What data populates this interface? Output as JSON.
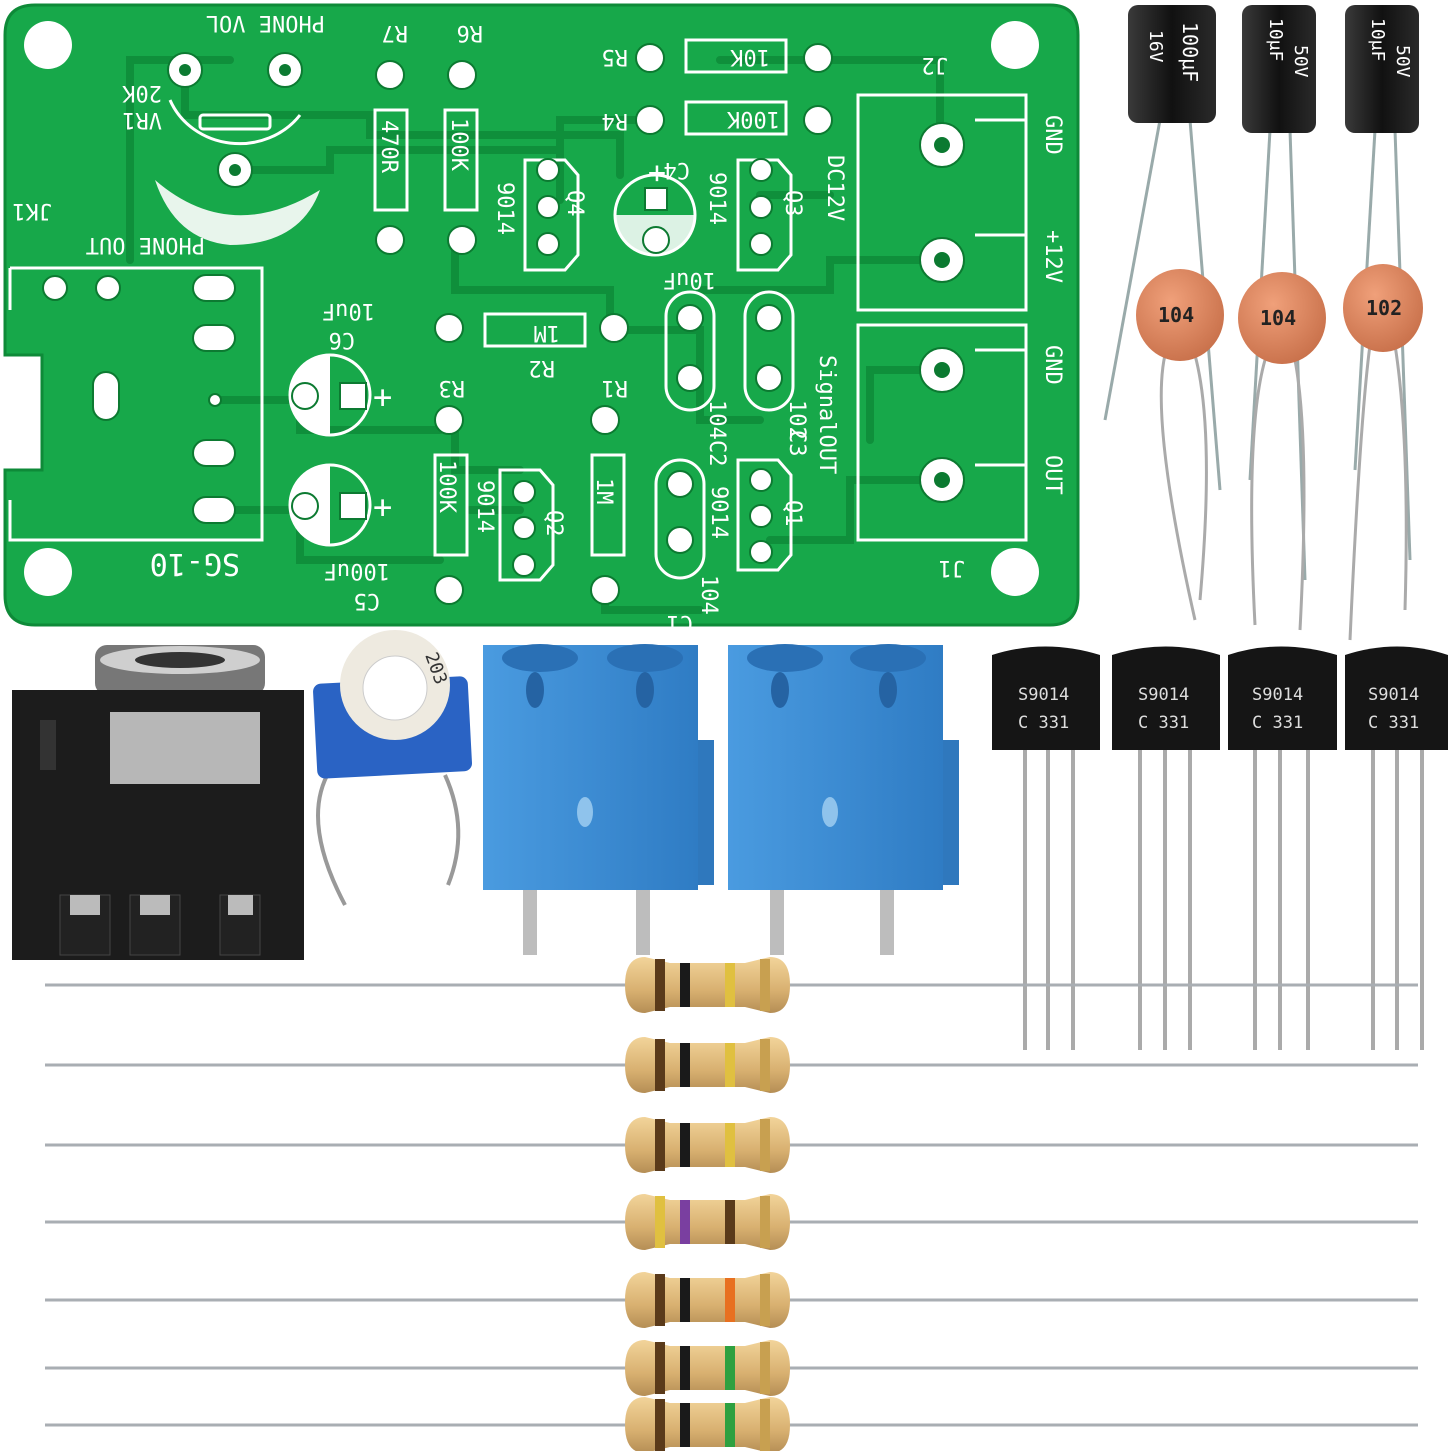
{
  "pcb": {
    "board_color": "#17a84a",
    "trace_color": "#0f8f3b",
    "silk_color": "#ffffff",
    "labels": {
      "phone_vol": "PHONE VOL",
      "r7": "R7",
      "r6": "R6",
      "r5": "R5",
      "r4": "R4",
      "r5_value": "10K",
      "r4_value": "100K",
      "r7_value": "470R",
      "r6_value": "100K",
      "vr1": "VR1",
      "vr1_value": "20K",
      "jk1": "JK1",
      "phone_out": "PHONE OUT",
      "q4": "Q4",
      "q3": "Q3",
      "q2": "Q2",
      "q1": "Q1",
      "q4_part": "9014",
      "q3_part": "9014",
      "q2_part": "9014",
      "q1_part": "9014",
      "c4": "C4",
      "c4_plus": "+",
      "c4_value": "10uF",
      "dc12v": "DC12V",
      "j2": "J2",
      "j1": "J1",
      "gnd_top": "GND",
      "plus12v": "+12V",
      "gnd_bottom": "GND",
      "out": "OUT",
      "c6": "C6",
      "c6_value": "10uF",
      "c5": "C5",
      "c5_value": "100uF",
      "r2": "R2",
      "r2_value": "1M",
      "r1": "R1",
      "r1_value": "1M",
      "r3": "R3",
      "r3_value": "100K",
      "c2": "C2",
      "c3": "C3",
      "c1": "C1",
      "c2_value": "104",
      "c3_value": "102",
      "c1_value": "104",
      "signal_out": "SignalOUT",
      "sg10": "SG-10",
      "plus_c6": "+",
      "plus_c5": "+"
    }
  },
  "components": {
    "electrolytic_caps": [
      {
        "name": "100uF cap",
        "label": "100μF",
        "voltage": "16V",
        "color": "#1a1a1a"
      },
      {
        "name": "10uF cap a",
        "label": "10μF",
        "voltage": "50V",
        "color": "#1a1a1a"
      },
      {
        "name": "10uF cap b",
        "label": "10μF",
        "voltage": "50V",
        "color": "#1a1a1a"
      }
    ],
    "ceramic_caps": [
      {
        "label": "104",
        "color": "#d9825b"
      },
      {
        "label": "104",
        "color": "#d9825b"
      },
      {
        "label": "102",
        "color": "#d9825b"
      }
    ],
    "transistors": [
      {
        "line1": "S9014",
        "line2": "C 331"
      },
      {
        "line1": "S9014",
        "line2": "C 331"
      },
      {
        "line1": "S9014",
        "line2": "C 331"
      },
      {
        "line1": "S9014",
        "line2": "C 331"
      }
    ],
    "trimmer": {
      "label": "203",
      "body_color": "#2a63c4"
    },
    "terminal_block_color": "#3d8fd6",
    "jack_color": "#1c1c1c",
    "resistors": [
      {
        "bands": [
          "#5a3a1a",
          "#1a1a1a",
          "#e0c040",
          "#c8a050"
        ]
      },
      {
        "bands": [
          "#5a3a1a",
          "#1a1a1a",
          "#e0c040",
          "#c8a050"
        ]
      },
      {
        "bands": [
          "#5a3a1a",
          "#1a1a1a",
          "#e0c040",
          "#c8a050"
        ]
      },
      {
        "bands": [
          "#e0c040",
          "#7a3fa0",
          "#5a3a1a",
          "#c8a050"
        ]
      },
      {
        "bands": [
          "#5a3a1a",
          "#1a1a1a",
          "#e87020",
          "#c8a050"
        ]
      },
      {
        "bands": [
          "#5a3a1a",
          "#1a1a1a",
          "#2ea040",
          "#c8a050"
        ]
      },
      {
        "bands": [
          "#5a3a1a",
          "#1a1a1a",
          "#2ea040",
          "#c8a050"
        ]
      }
    ]
  }
}
